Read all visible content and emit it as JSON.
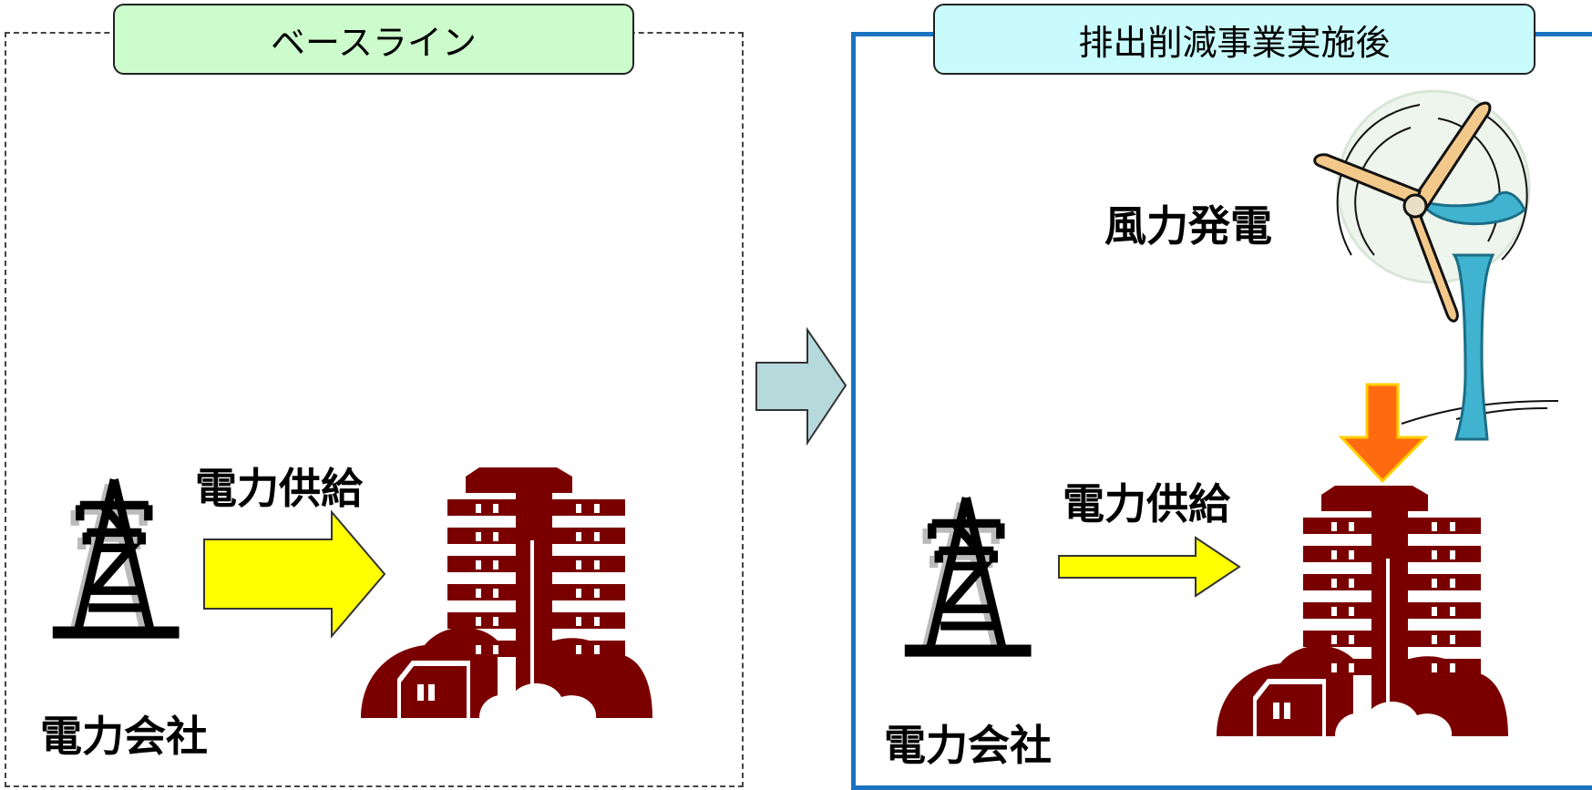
{
  "baseline": {
    "title": "ベースライン",
    "supply_label": "電力供給",
    "company_label": "電力会社"
  },
  "project": {
    "title": "排出削減事業実施後",
    "wind_label": "風力発電",
    "supply_label": "電力供給",
    "company_label": "電力会社"
  },
  "colors": {
    "baseline_tab": "#ccfccc",
    "project_tab": "#c9fbfc",
    "project_border": "#1a73c0",
    "supply_arrow": "#ffff00",
    "transition_arrow": "#b6d9dc",
    "wind_arrow": "#ff6a10",
    "building": "#7a0000"
  },
  "icons": [
    "power-tower-icon",
    "building-icon",
    "wind-turbine-icon"
  ]
}
